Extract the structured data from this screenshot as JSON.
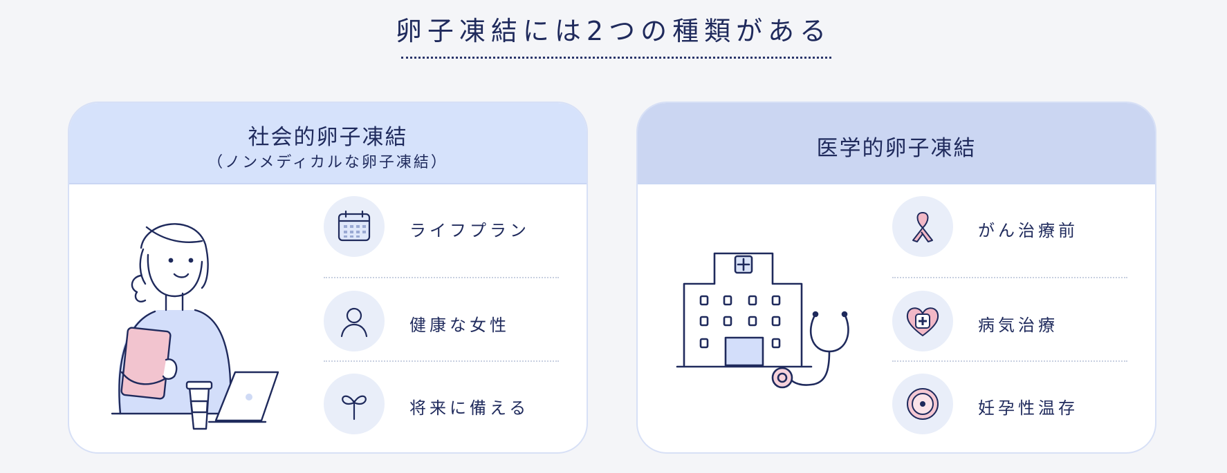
{
  "title": "卵子凍結には2つの種類がある",
  "cards": [
    {
      "heading": "社会的卵子凍結",
      "subheading": "（ノンメディカルな卵子凍結）",
      "items": [
        {
          "label": "ライフプラン",
          "icon": "calendar-icon"
        },
        {
          "label": "健康な女性",
          "icon": "person-icon"
        },
        {
          "label": "将来に備える",
          "icon": "sprout-icon"
        }
      ],
      "illustration": "woman-with-laptop-illustration"
    },
    {
      "heading": "医学的卵子凍結",
      "items": [
        {
          "label": "がん治療前",
          "icon": "ribbon-icon"
        },
        {
          "label": "病気治療",
          "icon": "heart-cross-icon"
        },
        {
          "label": "妊孕性温存",
          "icon": "egg-cell-icon"
        }
      ],
      "illustration": "hospital-stethoscope-illustration"
    }
  ],
  "colors": {
    "navy": "#1f2a5c",
    "left_header": "#d6e2fb",
    "right_header": "#cbd6f2",
    "icon_bg": "#e9eef9",
    "pink": "#f2b8c6"
  }
}
